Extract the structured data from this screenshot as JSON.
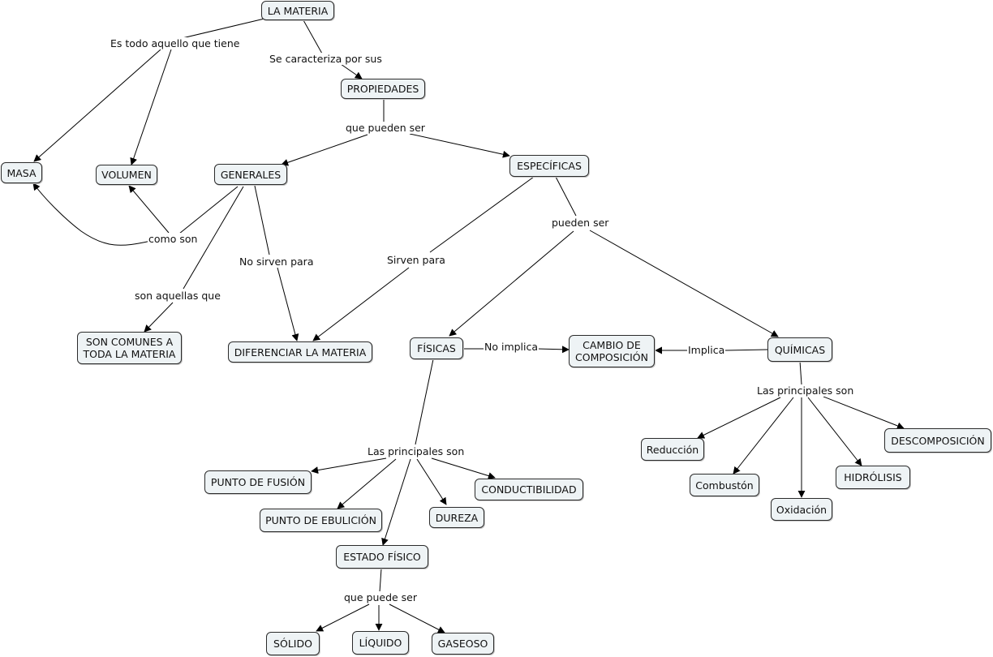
{
  "nodes": {
    "la_materia": "LA MATERIA",
    "propiedades": "PROPIEDADES",
    "masa": "MASA",
    "volumen": "VOLUMEN",
    "generales": "GENERALES",
    "especificas": "ESPECÍFICAS",
    "son_comunes": "SON COMUNES A\nTODA LA MATERIA",
    "diferenciar": "DIFERENCIAR LA MATERIA",
    "fisicas": "FÍSICAS",
    "cambio": "CAMBIO DE\nCOMPOSICIÓN",
    "quimicas": "QUÍMICAS",
    "punto_fusion": "PUNTO DE FUSIÓN",
    "punto_ebulicion": "PUNTO DE EBULICIÓN",
    "dureza": "DUREZA",
    "conductibilidad": "CONDUCTIBILIDAD",
    "estado_fisico": "ESTADO FÍSICO",
    "solido": "SÓLIDO",
    "liquido": "LÍQUIDO",
    "gaseoso": "GASEOSO",
    "reduccion": "Reducción",
    "combuston": "Combustón",
    "oxidacion": "Oxidación",
    "hidrolisis": "HIDRÓLISIS",
    "descomposicion": "DESCOMPOSICIÓN"
  },
  "links": {
    "es_todo": "Es todo aquello que tiene",
    "se_caracteriza": "Se caracteriza por sus",
    "que_pueden_ser": "que pueden ser",
    "como_son": "como son",
    "son_aquellas": "son aquellas que",
    "no_sirven": "No sirven para",
    "sirven": "Sirven para",
    "pueden_ser": "pueden ser",
    "no_implica": "No implica",
    "implica": "Implica",
    "principales_fis": "Las principales son",
    "principales_quim": "Las principales son",
    "que_puede_ser": "que puede ser"
  }
}
